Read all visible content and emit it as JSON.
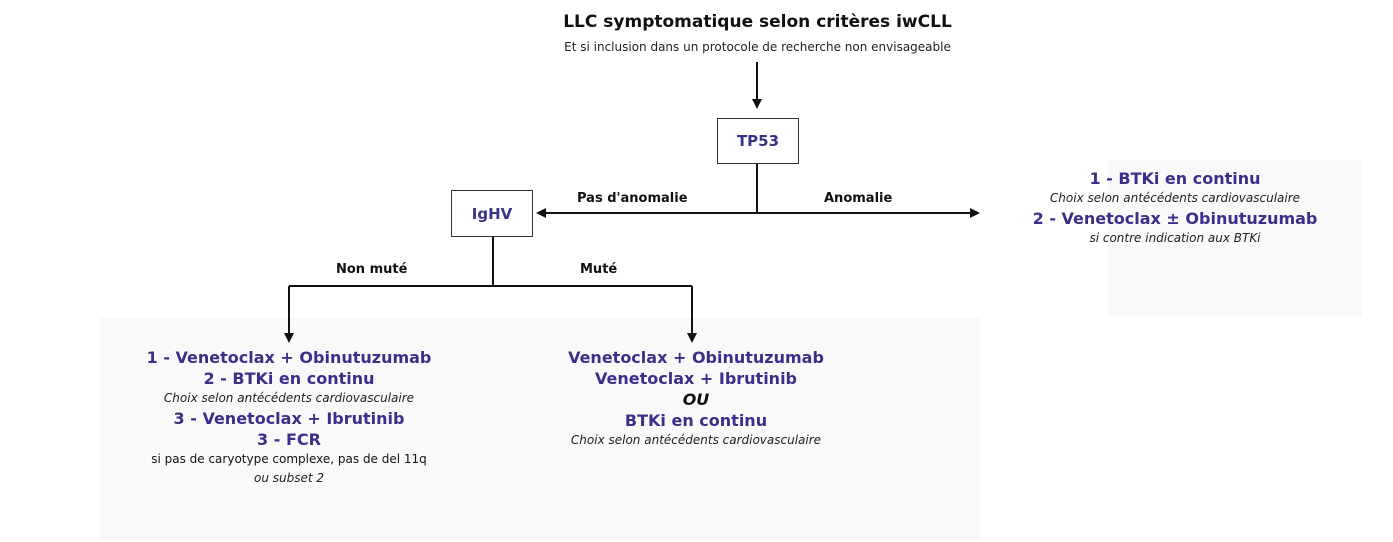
{
  "header": {
    "title": "LLC symptomatique selon critères iwCLL",
    "subtitle": "Et si inclusion dans un protocole de recherche non envisageable"
  },
  "nodes": {
    "tp53": "TP53",
    "ighv": "IgHV"
  },
  "edge_labels": {
    "no_anomaly": "Pas d'anomalie",
    "anomaly": "Anomalie",
    "unmutated": "Non muté",
    "mutated": "Muté"
  },
  "colors": {
    "treatment_text": "#3b2f8a",
    "box_border": "#333333",
    "arrow": "#111111"
  },
  "anomaly_branch": {
    "line1": "1 - BTKi en continu",
    "note1": "Choix selon antécédents cardiovasculaire",
    "line2": "2 - Venetoclax ± Obinutuzumab",
    "note2": "si contre indication aux BTKi"
  },
  "unmutated_branch": {
    "line1": "1 - Venetoclax + Obinutuzumab",
    "line2": "2 - BTKi en continu",
    "note1": "Choix selon antécédents cardiovasculaire",
    "line3": "3 - Venetoclax + Ibrutinib",
    "line4": "3 - FCR",
    "note2": "si pas de caryotype complexe, pas de del 11q",
    "note3": "ou subset 2"
  },
  "mutated_branch": {
    "line1": "Venetoclax + Obinutuzumab",
    "line2": "Venetoclax + Ibrutinib",
    "or": "OU",
    "line3": "BTKi en continu",
    "note1": "Choix selon antécédents cardiovasculaire"
  }
}
